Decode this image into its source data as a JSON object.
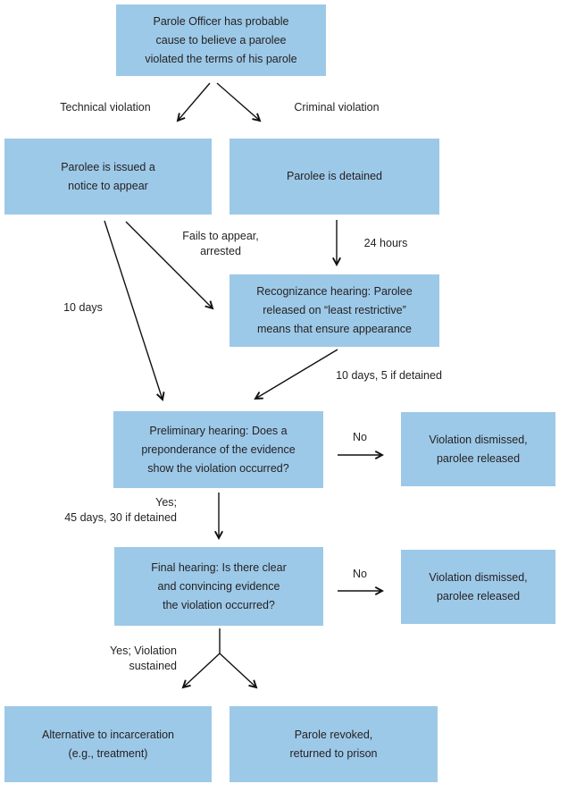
{
  "diagram": {
    "type": "flowchart",
    "topic": "Parole violation and revocation process"
  },
  "colors": {
    "box_fill": "#9DC9E8",
    "text": "#231F20",
    "arrow": "#111111",
    "background": "#FFFFFF"
  },
  "nodes": {
    "probable_cause": {
      "lines": [
        "Parole Officer has probable",
        "cause to believe a parolee",
        "violated the terms of his parole"
      ]
    },
    "notice_to_appear": {
      "lines": [
        "Parolee is issued a",
        "notice to appear"
      ]
    },
    "detained": {
      "lines": [
        "Parolee is detained"
      ]
    },
    "recognizance": {
      "lines": [
        "Recognizance hearing: Parolee",
        "released on “least restrictive”",
        "means that ensure appearance"
      ]
    },
    "preliminary": {
      "lines": [
        "Preliminary hearing: Does a",
        "preponderance of the evidence",
        "show the violation occurred?"
      ]
    },
    "dismissed_top": {
      "lines": [
        "Violation dismissed,",
        "parolee released"
      ]
    },
    "final_hearing": {
      "lines": [
        "Final hearing: Is there clear",
        "and convincing evidence",
        "the violation occurred?"
      ]
    },
    "dismissed_bottom": {
      "lines": [
        "Violation dismissed,",
        "parolee released"
      ]
    },
    "alternative": {
      "lines": [
        "Alternative to incarceration",
        "(e.g., treatment)"
      ]
    },
    "revoked": {
      "lines": [
        "Parole revoked,",
        "returned to prison"
      ]
    }
  },
  "edge_labels": {
    "technical": {
      "lines": [
        "Technical violation"
      ]
    },
    "criminal": {
      "lines": [
        "Criminal violation"
      ]
    },
    "fails_arrested": {
      "lines": [
        "Fails to appear,",
        "arrested"
      ]
    },
    "hours24": {
      "lines": [
        "24 hours"
      ]
    },
    "days10": {
      "lines": [
        "10 days"
      ]
    },
    "days10_5": {
      "lines": [
        "10 days, 5 if detained"
      ]
    },
    "no_preliminary": {
      "lines": [
        "No"
      ]
    },
    "yes45": {
      "lines": [
        "Yes;",
        "45 days, 30 if detained"
      ]
    },
    "no_final": {
      "lines": [
        "No"
      ]
    },
    "yes_sustained": {
      "lines": [
        "Yes; Violation",
        "sustained"
      ]
    }
  }
}
